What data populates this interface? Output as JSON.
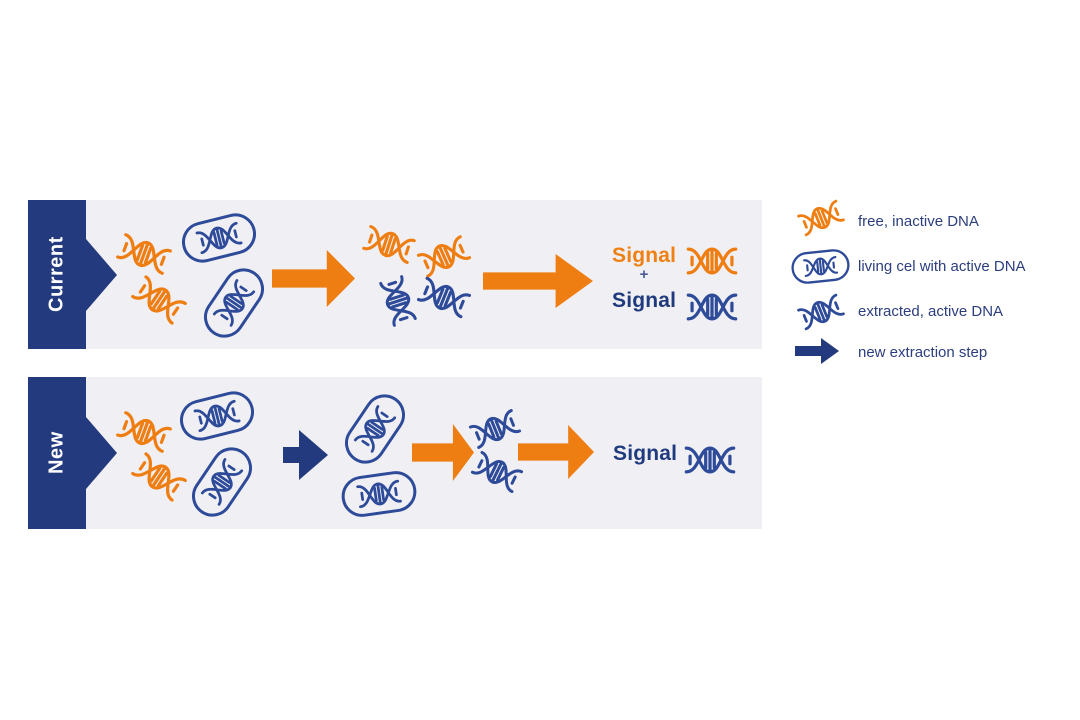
{
  "diagram": {
    "rows": [
      {
        "label": "Current",
        "signals": [
          {
            "label": "Signal",
            "color": "orange"
          },
          {
            "label": "Signal",
            "color": "navy"
          }
        ],
        "plus": "+"
      },
      {
        "label": "New",
        "signals": [
          {
            "label": "Signal",
            "color": "navy"
          }
        ]
      }
    ],
    "legend": {
      "items": [
        {
          "icon": "free-inactive-dna-icon",
          "label": "free, inactive DNA"
        },
        {
          "icon": "living-cell-icon",
          "label": "living cel with active DNA"
        },
        {
          "icon": "extracted-active-dna-icon",
          "label": "extracted, active DNA"
        },
        {
          "icon": "new-extraction-arrow-icon",
          "label": "new extraction step"
        }
      ]
    },
    "colors": {
      "orange": "#EF7E12",
      "banner_navy": "#243A7E",
      "dna_blue": "#2E4B99",
      "signal_navy": "#1F3A7D",
      "band_background": "#F0EFF4",
      "legend_text": "#2C3E7E"
    }
  }
}
